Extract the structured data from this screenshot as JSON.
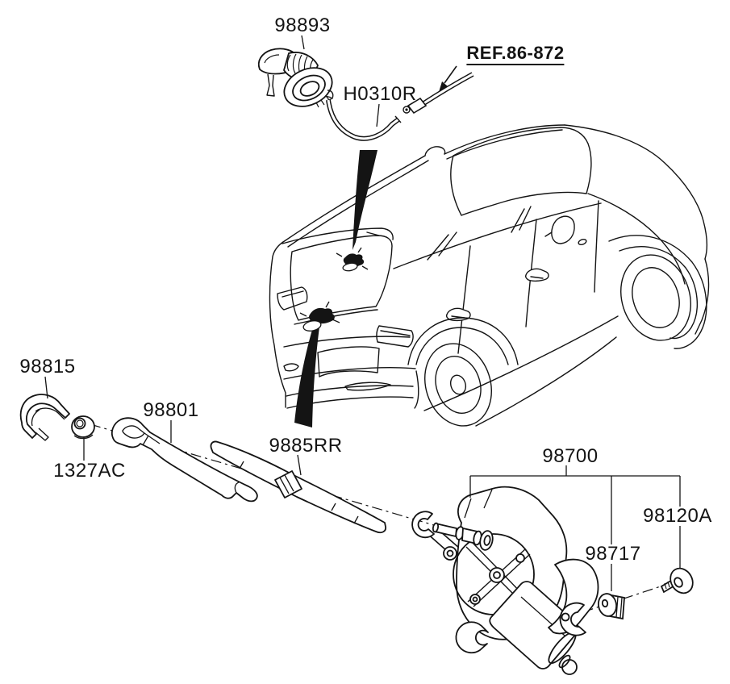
{
  "page": {
    "background_color": "#ffffff",
    "line_color": "#141414",
    "description": "Rear wiper and washer exploded parts diagram with SUV line drawing"
  },
  "labels": {
    "nozzle": "98893",
    "ref": "REF.86-872",
    "hose": "H0310R",
    "cap": "98815",
    "arm": "98801",
    "nut": "1327AC",
    "blade": "9885RR",
    "motor": "98700",
    "screw": "98120A",
    "grommet": "98717"
  }
}
